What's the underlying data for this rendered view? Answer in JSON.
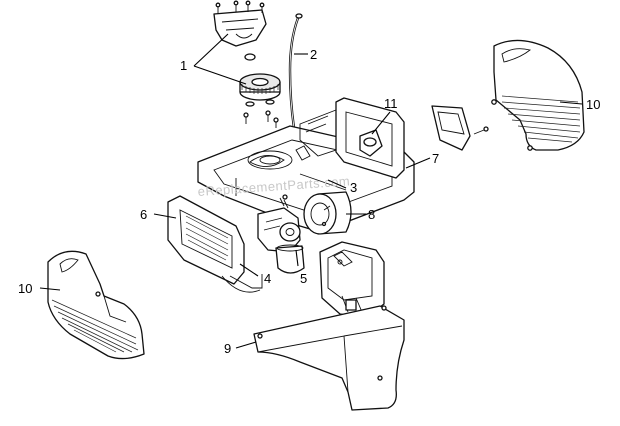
{
  "callouts": {
    "c1": "1",
    "c2": "2",
    "c3": "3",
    "c4": "4",
    "c5": "5",
    "c6": "6",
    "c7": "7",
    "c8": "8",
    "c9": "9",
    "c10_right": "10",
    "c10_left": "10",
    "c11": "11"
  },
  "watermark": "eReplacementParts.com"
}
